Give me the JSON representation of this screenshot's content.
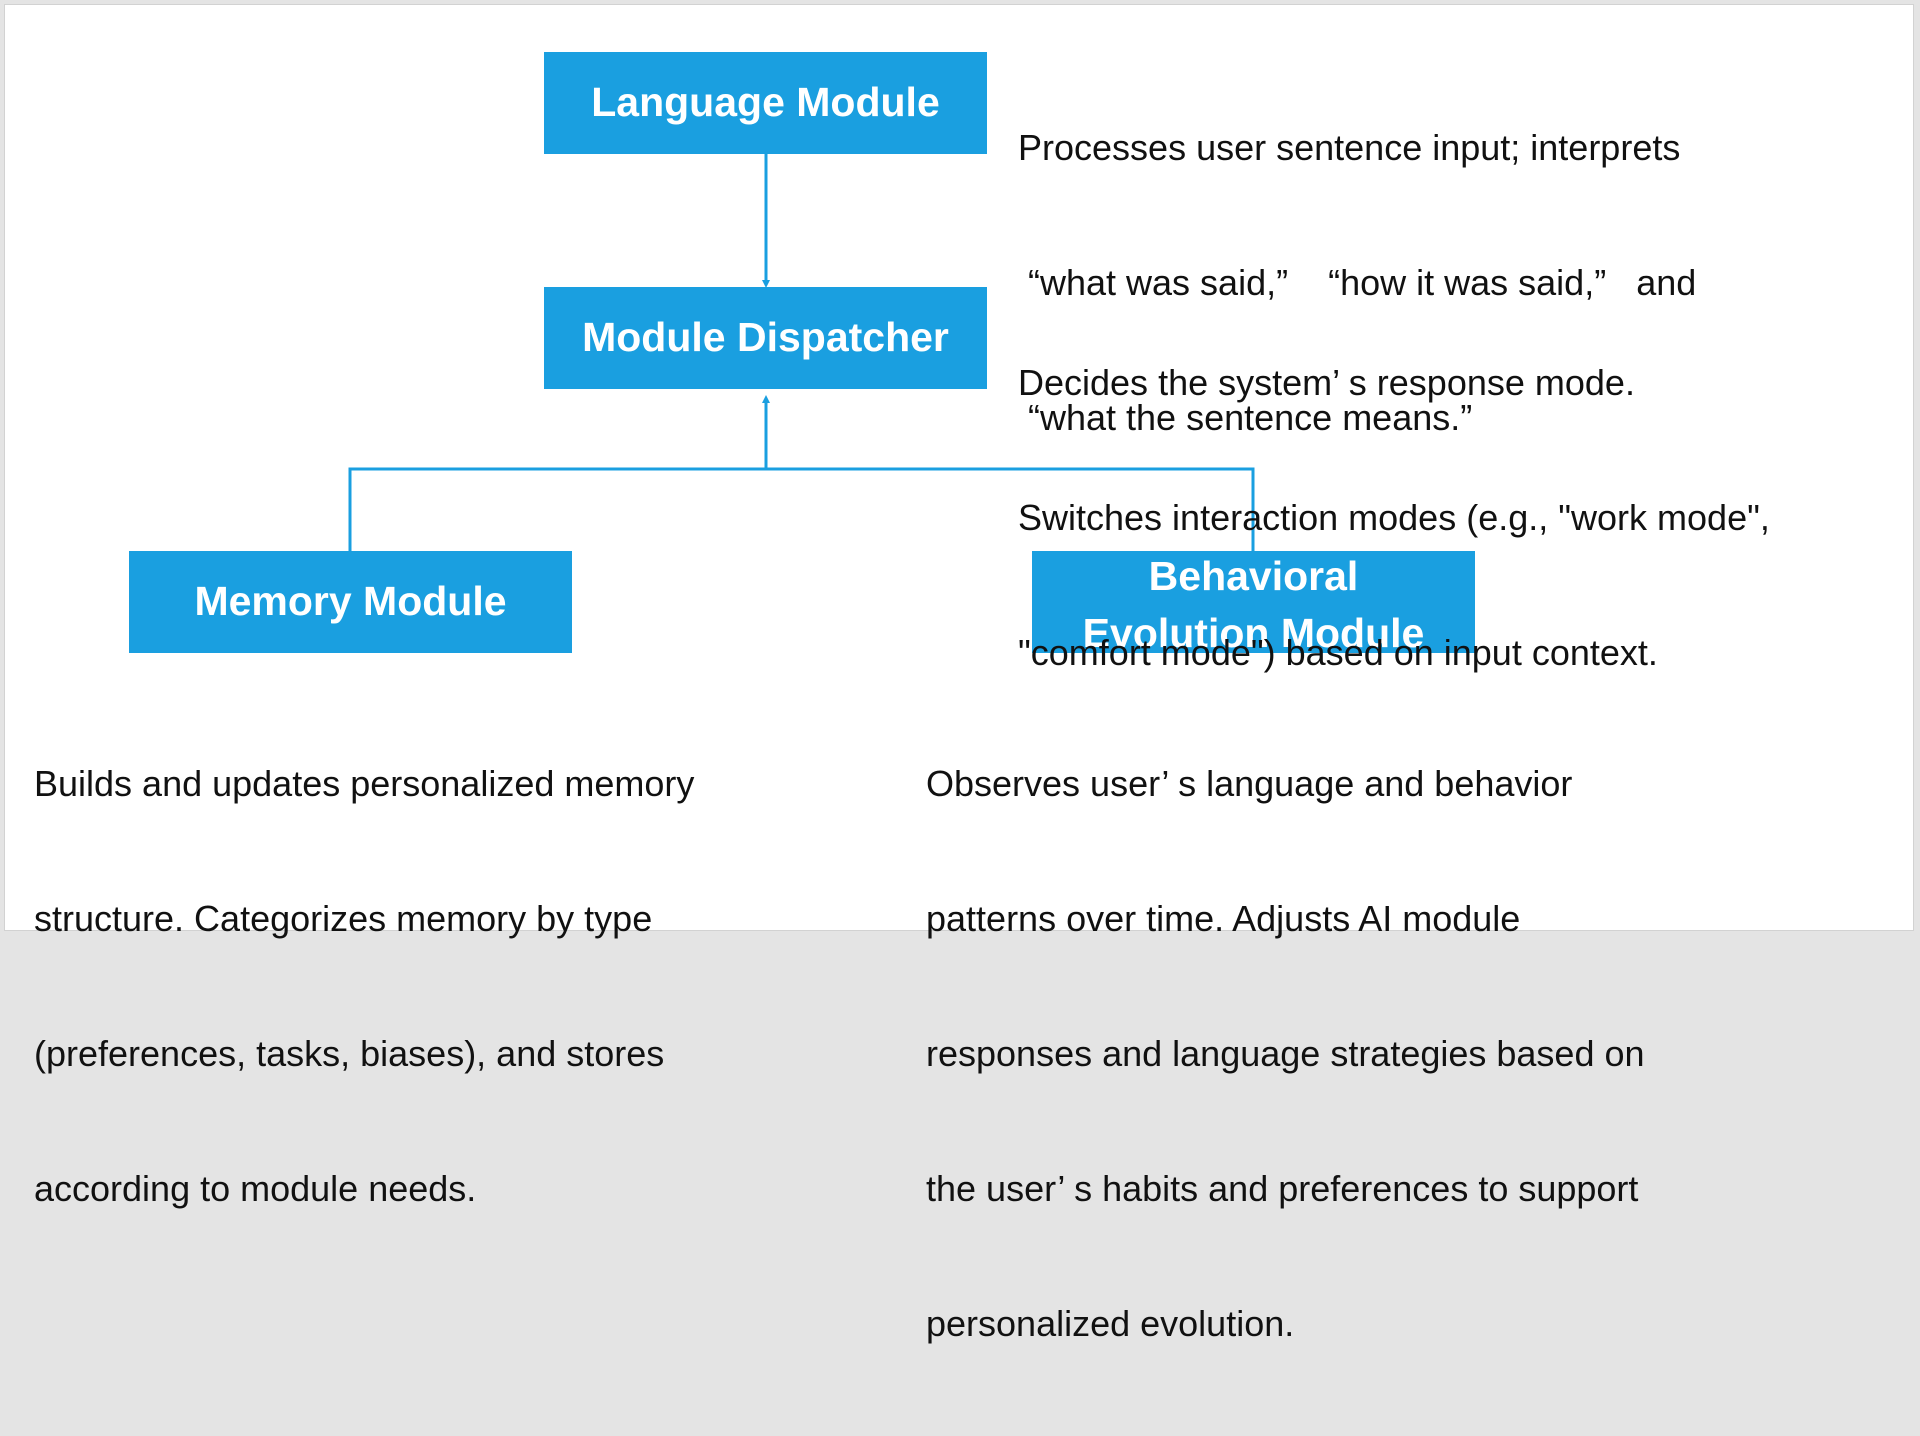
{
  "diagram": {
    "nodes": {
      "language": {
        "label": "Language Module"
      },
      "dispatcher": {
        "label": "Module Dispatcher"
      },
      "memory": {
        "label": "Memory Module"
      },
      "behavioral": {
        "label_line1": "Behavioral",
        "label_line2": "Evolution Module"
      }
    },
    "descriptions": {
      "language": {
        "line1": "Processes user sentence input; interprets",
        "line2": " “what was said,”    “how it was said,”   and",
        "line3": " “what the sentence means.”"
      },
      "dispatcher": {
        "line1": "Decides the system’ s response mode.",
        "line2": "Switches interaction modes (e.g., \"work mode\",",
        "line3": "\"comfort mode\") based on input context."
      },
      "memory": {
        "line1": "Builds and updates personalized memory",
        "line2": "structure. Categorizes memory by type",
        "line3": "(preferences, tasks, biases), and stores",
        "line4": "according to module needs."
      },
      "behavioral": {
        "line1": "Observes user’ s language and behavior",
        "line2": "patterns over time. Adjusts AI module",
        "line3": "responses and language strategies based on",
        "line4": "the user’ s habits and preferences to support",
        "line5": "personalized evolution."
      }
    },
    "edges": [
      {
        "from": "Language Module",
        "to": "Module Dispatcher"
      },
      {
        "from": "Memory Module",
        "to": "Module Dispatcher"
      },
      {
        "from": "Behavioral Evolution Module",
        "to": "Module Dispatcher"
      }
    ],
    "colors": {
      "box_fill": "#1a9fe0",
      "connector": "#1a9fe0",
      "box_text": "#ffffff",
      "body_text": "#111111"
    }
  }
}
